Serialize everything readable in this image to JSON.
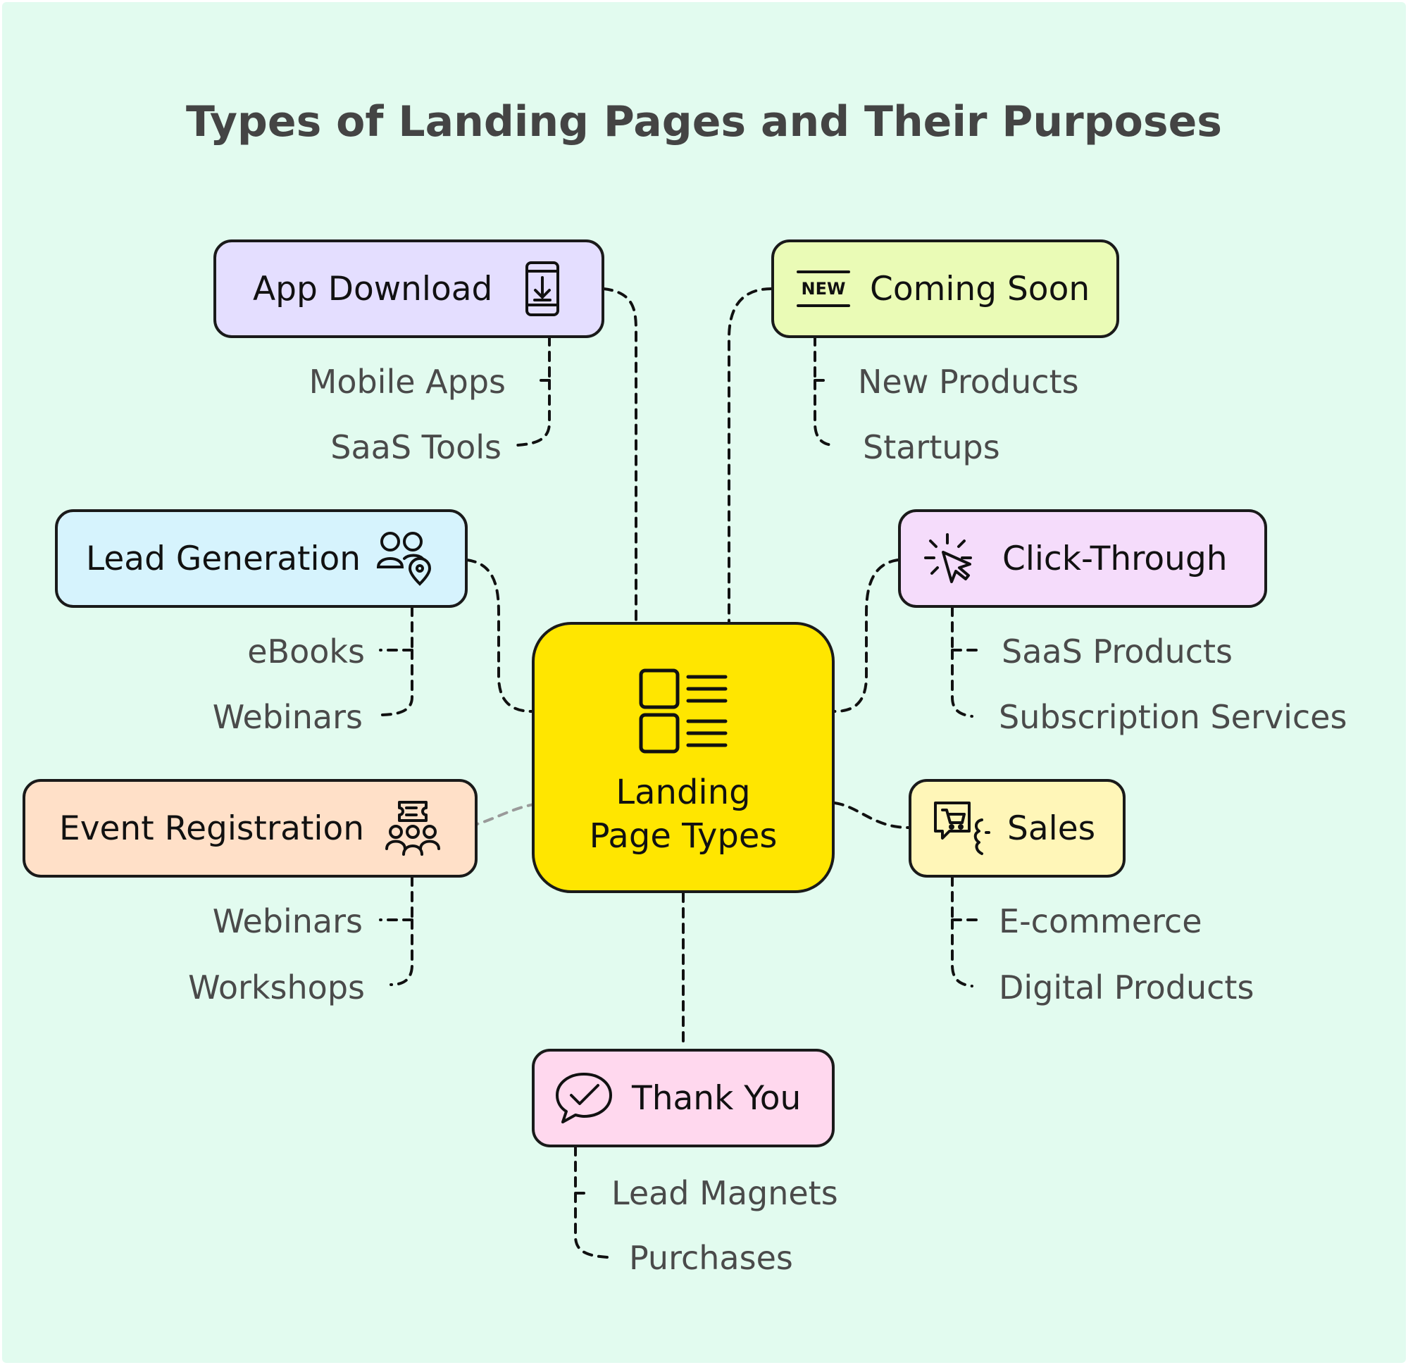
{
  "title": "Types of Landing Pages and Their Purposes",
  "center": {
    "line1": "Landing",
    "line2": "Page Types",
    "icon": "list-layout-icon"
  },
  "nodes": {
    "app_download": {
      "label": "App Download",
      "icon": "phone-download-icon",
      "color": "#e4deff",
      "subs": [
        "Mobile Apps",
        "SaaS Tools"
      ]
    },
    "coming_soon": {
      "label": "Coming Soon",
      "icon": "new-badge-icon",
      "color": "#eafbb6",
      "subs": [
        "New Products",
        "Startups"
      ]
    },
    "lead_generation": {
      "label": "Lead Generation",
      "icon": "users-location-icon",
      "color": "#d6f3fd",
      "subs": [
        "eBooks",
        "Webinars"
      ]
    },
    "click_through": {
      "label": "Click-Through",
      "icon": "cursor-click-icon",
      "color": "#f5dcfb",
      "subs": [
        "SaaS Products",
        "Subscription Services"
      ]
    },
    "event_registration": {
      "label": "Event Registration",
      "icon": "ticket-group-icon",
      "color": "#ffe0c8",
      "subs": [
        "Webinars",
        "Workshops"
      ]
    },
    "sales": {
      "label": "Sales",
      "icon": "cart-screen-icon",
      "color": "#fff6b8",
      "subs": [
        "E-commerce",
        "Digital Products"
      ]
    },
    "thank_you": {
      "label": "Thank You",
      "icon": "check-chat-icon",
      "color": "#ffd8ee",
      "subs": [
        "Lead Magnets",
        "Purchases"
      ]
    }
  },
  "colors": {
    "background": "#e2fbef",
    "center": "#ffe600",
    "stroke": "#1a1a1a",
    "subtext": "#4a4a4a"
  }
}
